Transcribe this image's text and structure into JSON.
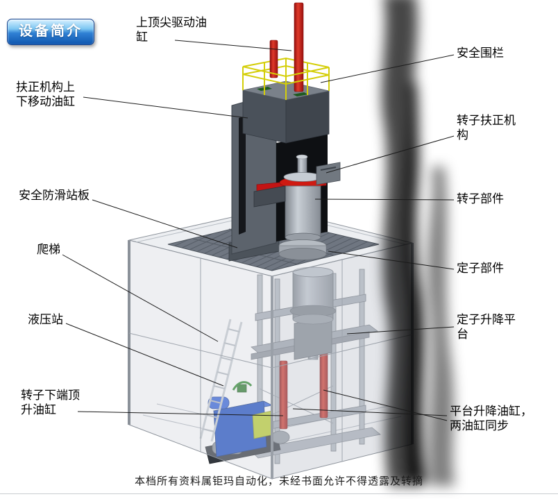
{
  "badge": {
    "label": "设备简介"
  },
  "labels": {
    "top_drive_cylinder": "上顶尖驱动油缸",
    "safety_fence": "安全围栏",
    "centering_move_cylinder": "扶正机构上下移动油缸",
    "rotor_centering_mechanism": "转子扶正机构",
    "anti_slip_board": "安全防滑站板",
    "rotor_part": "转子部件",
    "ladder": "爬梯",
    "stator_part": "定子部件",
    "hydraulic_station": "液压站",
    "stator_lift_platform": "定子升降平台",
    "rotor_bottom_jack_cylinder": "转子下端顶升油缸",
    "platform_lift_cylinders": "平台升降油缸，两油缸同步"
  },
  "footer": {
    "disclaimer": "本档所有资料属钜玛自动化，未经书面允许不得透露及转摘"
  },
  "colors": {
    "badge_blue": "#1668c4",
    "cylinder_red": "#c41313",
    "railing_yellow": "#d4ce08",
    "hydraulic_blue": "#2050c4"
  }
}
